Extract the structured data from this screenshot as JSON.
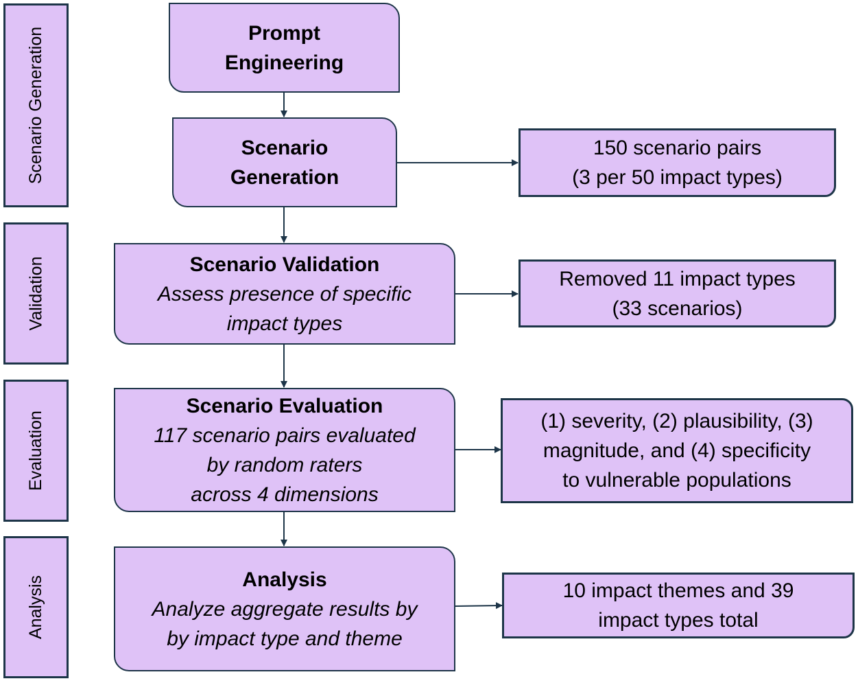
{
  "lanes": {
    "scenario_generation": "Scenario Generation",
    "validation": "Validation",
    "evaluation": "Evaluation",
    "analysis": "Analysis"
  },
  "steps": {
    "prompt_engineering": {
      "line1": "Prompt",
      "line2": "Engineering"
    },
    "scenario_generation": {
      "line1": "Scenario",
      "line2": "Generation"
    },
    "scenario_validation": {
      "title": "Scenario Validation",
      "desc1": "Assess presence of specific",
      "desc2": "impact types"
    },
    "scenario_evaluation": {
      "title": "Scenario Evaluation",
      "desc1": "117 scenario pairs evaluated",
      "desc2": "by random raters",
      "desc3": "across 4 dimensions"
    },
    "analysis": {
      "title": "Analysis",
      "desc1": "Analyze aggregate results by",
      "desc2": "by impact type and theme"
    }
  },
  "outcomes": {
    "generation": {
      "line1": "150 scenario pairs",
      "line2": "(3 per 50 impact types)"
    },
    "validation": {
      "line1": "Removed 11 impact types",
      "line2": "(33 scenarios)"
    },
    "evaluation": {
      "line1": "(1) severity, (2) plausibility, (3)",
      "line2": "magnitude, and (4) specificity",
      "line3": "to vulnerable populations"
    },
    "analysis": {
      "line1": "10 impact themes and 39",
      "line2": "impact types total"
    }
  },
  "colors": {
    "box_fill": "#dfc2f7",
    "border": "#1d3548"
  }
}
